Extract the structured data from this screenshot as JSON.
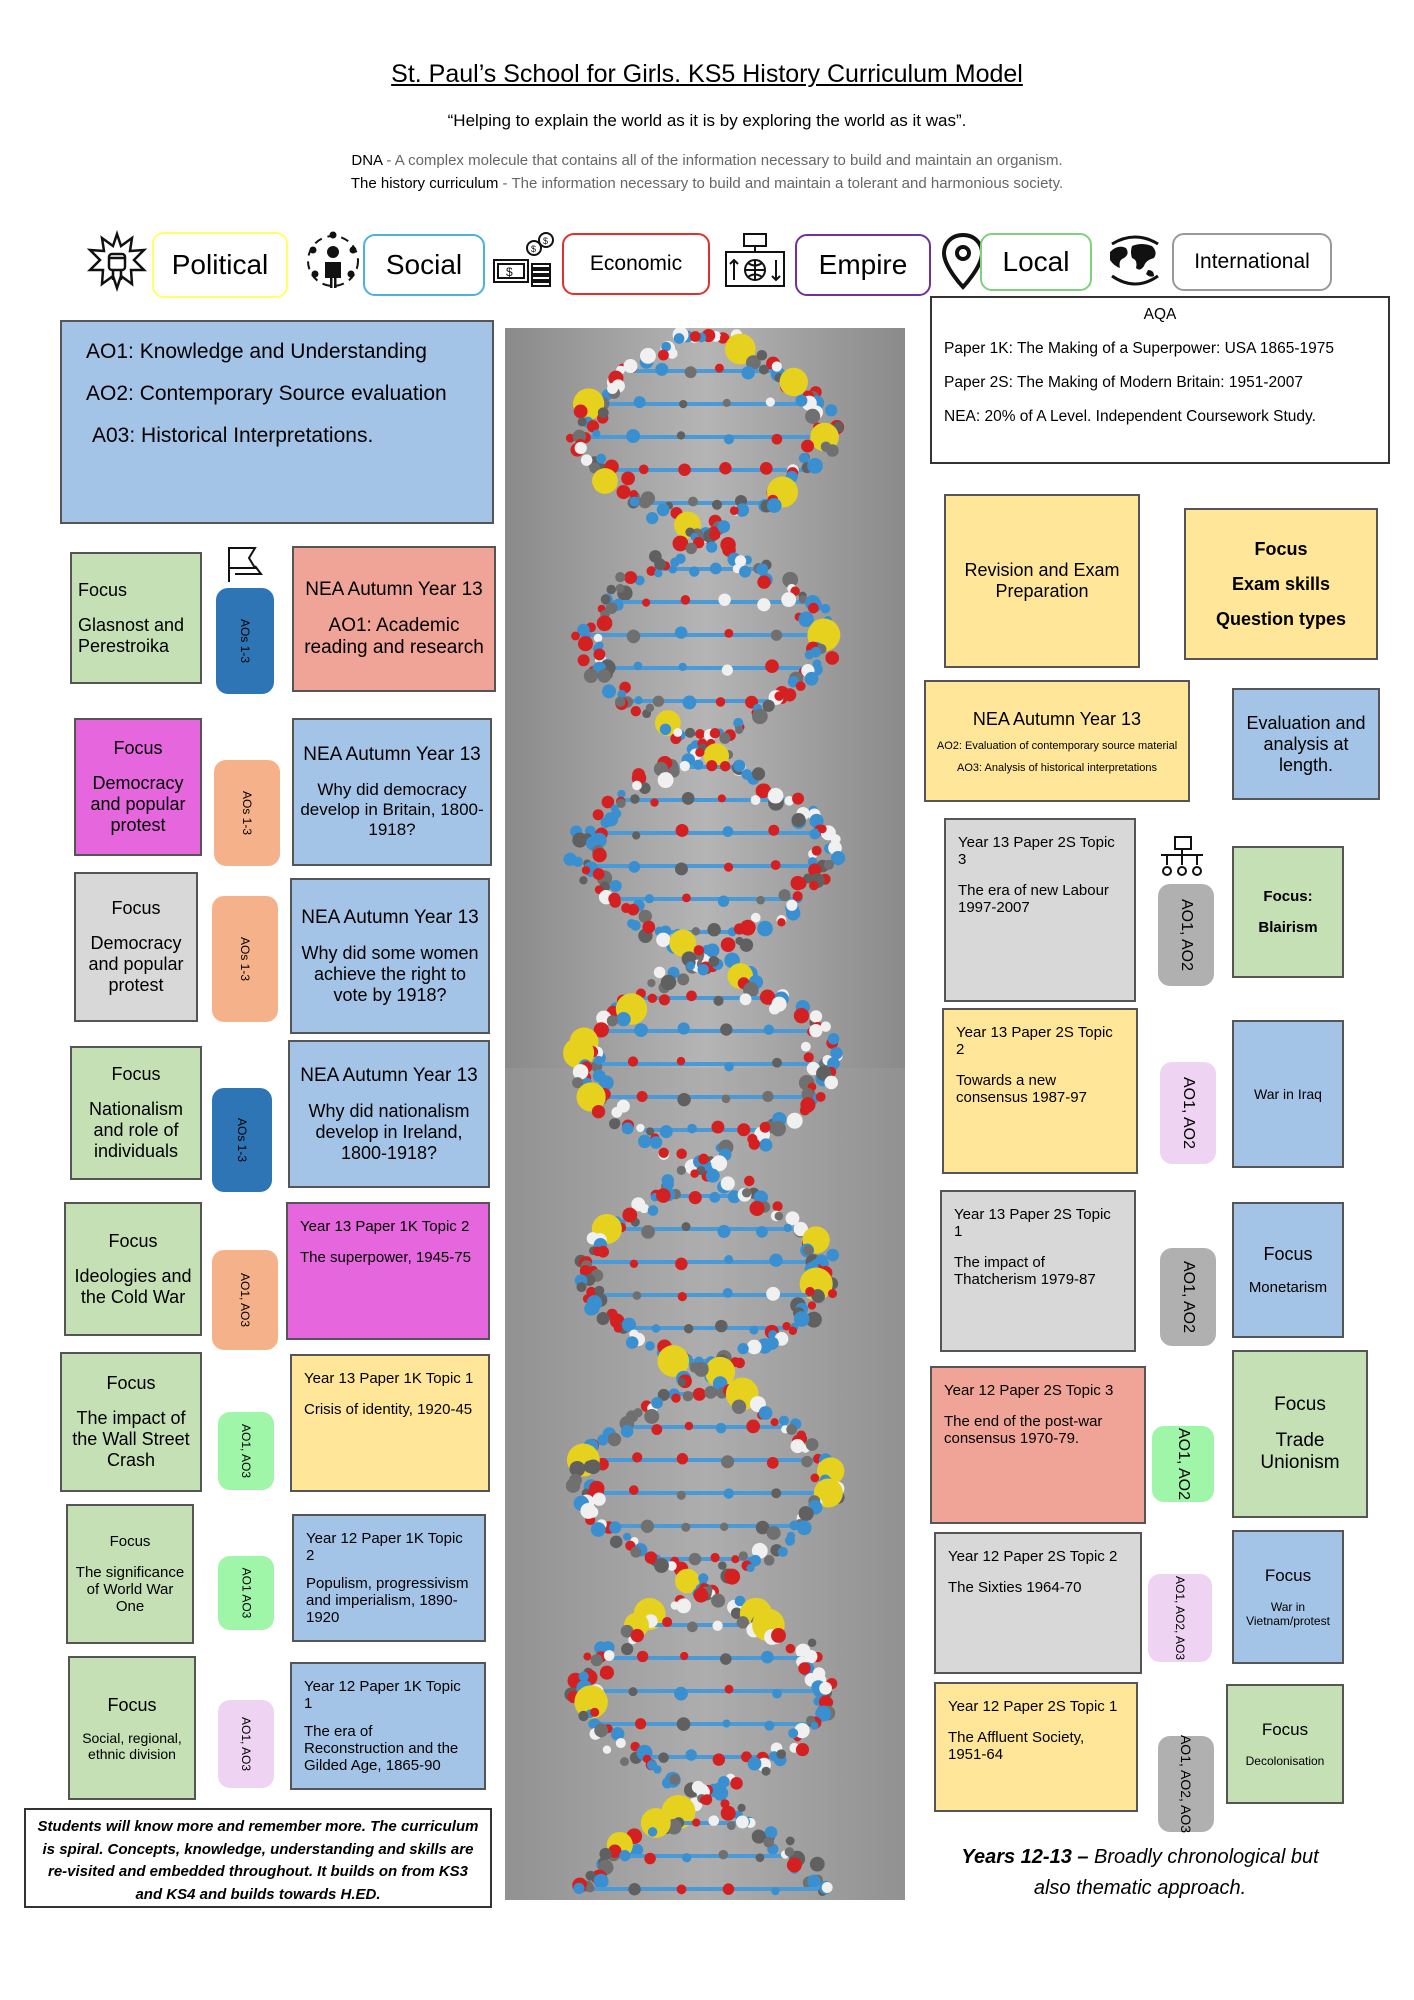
{
  "header": {
    "title": "St. Paul’s School for Girls. KS5 History Curriculum Model",
    "motto": "“Helping to explain the world as it is by exploring the world as it was”.",
    "dna_term": "DNA",
    "dna_def": " - A complex molecule that contains all of the information necessary to build and maintain an organism.",
    "curr_term": "The history curriculum",
    "curr_def": " - The information necessary to build and maintain a tolerant and harmonious society."
  },
  "themes": [
    {
      "label": "Political",
      "color": "#ffff66",
      "icon": "protest-fist-icon"
    },
    {
      "label": "Social",
      "color": "#4bb3d8",
      "icon": "community-people-icon"
    },
    {
      "label": "Economic",
      "color": "#e03030",
      "icon": "money-icon"
    },
    {
      "label": "Empire",
      "color": "#7030a0",
      "icon": "globe-arrows-icon"
    },
    {
      "label": "Local",
      "color": "#7fd07f",
      "icon": "map-pin-icon"
    },
    {
      "label": "International",
      "color": "#999999",
      "icon": "world-map-icon"
    }
  ],
  "aos": [
    "AO1: Knowledge and Understanding",
    "AO2: Contemporary Source evaluation",
    "A03: Historical Interpretations."
  ],
  "aqa": {
    "heading": "AQA",
    "lines": [
      "Paper 1K: The Making of a Superpower: USA 1865-1975",
      "Paper 2S: The Making of Modern Britain: 1951-2007",
      "NEA: 20% of A Level. Independent Coursework Study."
    ]
  },
  "left": {
    "focus": [
      {
        "label": "Focus",
        "text": "Glasnost and Perestroika"
      },
      {
        "label": "Focus",
        "text": "Democracy and popular protest"
      },
      {
        "label": "Focus",
        "text": "Democracy and popular protest"
      },
      {
        "label": "Focus",
        "text": "Nationalism and role of individuals"
      },
      {
        "label": "Focus",
        "text": "Ideologies and the Cold War"
      },
      {
        "label": "Focus",
        "text": "The impact of the Wall Street Crash"
      },
      {
        "label": "Focus",
        "text": "The significance of World War One"
      },
      {
        "label": "Focus",
        "text": "Social, regional, ethnic division"
      }
    ],
    "pills": [
      "AOs 1-3",
      "AOs 1-3",
      "AOs 1-3",
      "AOs 1-3",
      "AO1, AO3",
      "AO1, AO3",
      "AO1 AO3",
      "AO1, AO3"
    ],
    "topics": [
      {
        "title": "NEA Autumn Year 13",
        "text": "AO1: Academic reading and research"
      },
      {
        "title": "NEA Autumn Year 13",
        "text": "Why did democracy develop in Britain, 1800-1918?"
      },
      {
        "title": "NEA Autumn Year 13",
        "text": "Why did some women achieve the right to vote by 1918?"
      },
      {
        "title": "NEA Autumn Year 13",
        "text": "Why did nationalism develop in Ireland, 1800-1918?"
      },
      {
        "title": "Year 13 Paper 1K Topic 2",
        "text": "The superpower, 1945-75"
      },
      {
        "title": "Year 13 Paper 1K Topic 1",
        "text": "Crisis of identity, 1920-45"
      },
      {
        "title": "Year 12 Paper 1K Topic 2",
        "text": "Populism, progressivism and imperialism, 1890-1920"
      },
      {
        "title": "Year 12 Paper 1K Topic 1",
        "text": "The era of Reconstruction and the Gilded Age, 1865-90"
      }
    ]
  },
  "right": {
    "revision": "Revision and Exam Preparation",
    "focus_exam": {
      "label": "Focus",
      "line1": "Exam skills",
      "line2": "Question types"
    },
    "nea": {
      "title": "NEA Autumn Year 13",
      "ao2": "AO2: Evaluation of contemporary source material",
      "ao3": "AO3: Analysis of historical interpretations"
    },
    "evaluation": "Evaluation and analysis at length.",
    "topics": [
      {
        "title": "Year 13 Paper 2S Topic 3",
        "text": "The era of new Labour 1997-2007"
      },
      {
        "title": "Year 13 Paper 2S Topic 2",
        "text": "Towards a new consensus 1987-97"
      },
      {
        "title": "Year 13 Paper 2S Topic 1",
        "text": "The impact of Thatcherism 1979-87"
      },
      {
        "title": "Year 12 Paper 2S Topic 3",
        "text": "The end of the post-war consensus 1970-79."
      },
      {
        "title": "Year 12 Paper 2S Topic 2",
        "text": "The Sixties 1964-70"
      },
      {
        "title": "Year 12 Paper 2S Topic 1",
        "text": "The Affluent Society, 1951-64"
      }
    ],
    "pills": [
      "AO1, AO2",
      "AO1, AO2",
      "AO1, AO2",
      "AO1, AO2",
      "AO1, AO2, AO3",
      "AO1, AO2, AO3"
    ],
    "focus": [
      {
        "label": "Focus:",
        "text": "Blairism"
      },
      {
        "label": "",
        "text": "War in Iraq"
      },
      {
        "label": "Focus",
        "text": "Monetarism"
      },
      {
        "label": "Focus",
        "text": "Trade Unionism"
      },
      {
        "label": "Focus",
        "text": "War in Vietnam/protest"
      },
      {
        "label": "Focus",
        "text": "Decolonisation"
      }
    ]
  },
  "footer": {
    "note": "Students will know more and remember more. The curriculum is spiral. Concepts, knowledge, understanding and skills are re-visited and embedded throughout. It builds on from KS3 and KS4 and builds towards H.ED.",
    "years_bold": "Years 12-13 –",
    "years_rest": " Broadly chronological but also thematic approach."
  }
}
